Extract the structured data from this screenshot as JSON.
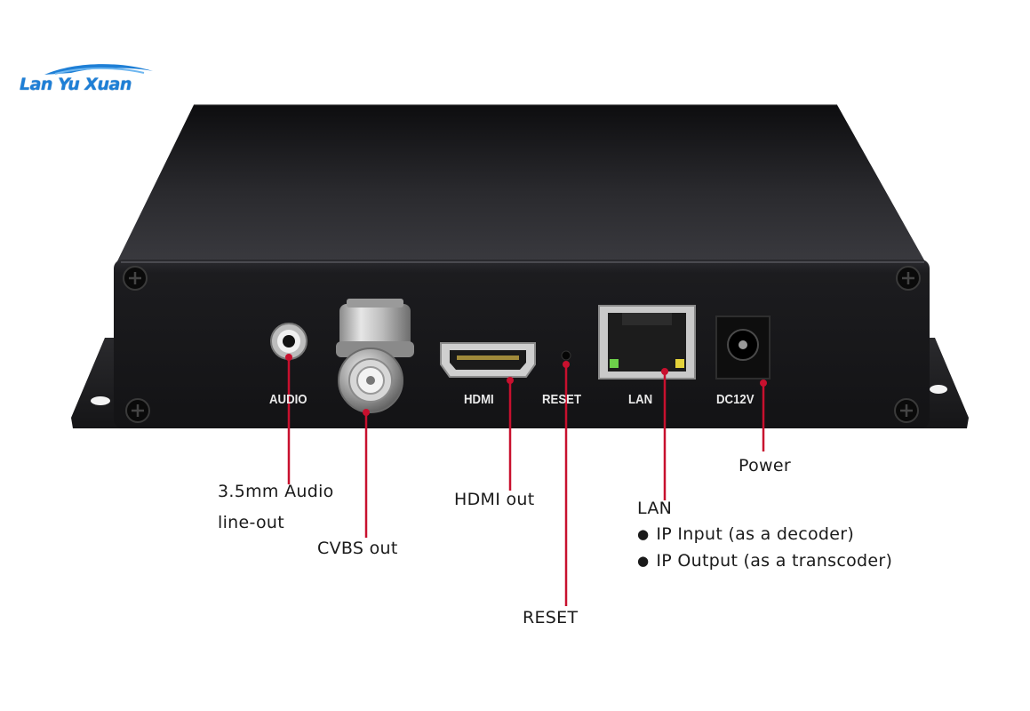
{
  "brand": {
    "logo_text": "Lan Yu Xuan"
  },
  "panel_labels": {
    "audio": "AUDIO",
    "hdmi": "HDMI",
    "reset": "RESET",
    "lan": "LAN",
    "dc": "DC12V"
  },
  "callouts": {
    "audio_line1": "3.5mm Audio",
    "audio_line2": "line-out",
    "cvbs": "CVBS out",
    "hdmi": "HDMI out",
    "reset": "RESET",
    "lan_title": "LAN",
    "lan_item1": "IP Input (as a decoder)",
    "lan_item2": "IP Output (as a transcoder)",
    "power": "Power"
  },
  "colors": {
    "callout_line": "#c8102e",
    "device_body": "#1b1b1d",
    "logo_blue": "#1e7fd6"
  }
}
